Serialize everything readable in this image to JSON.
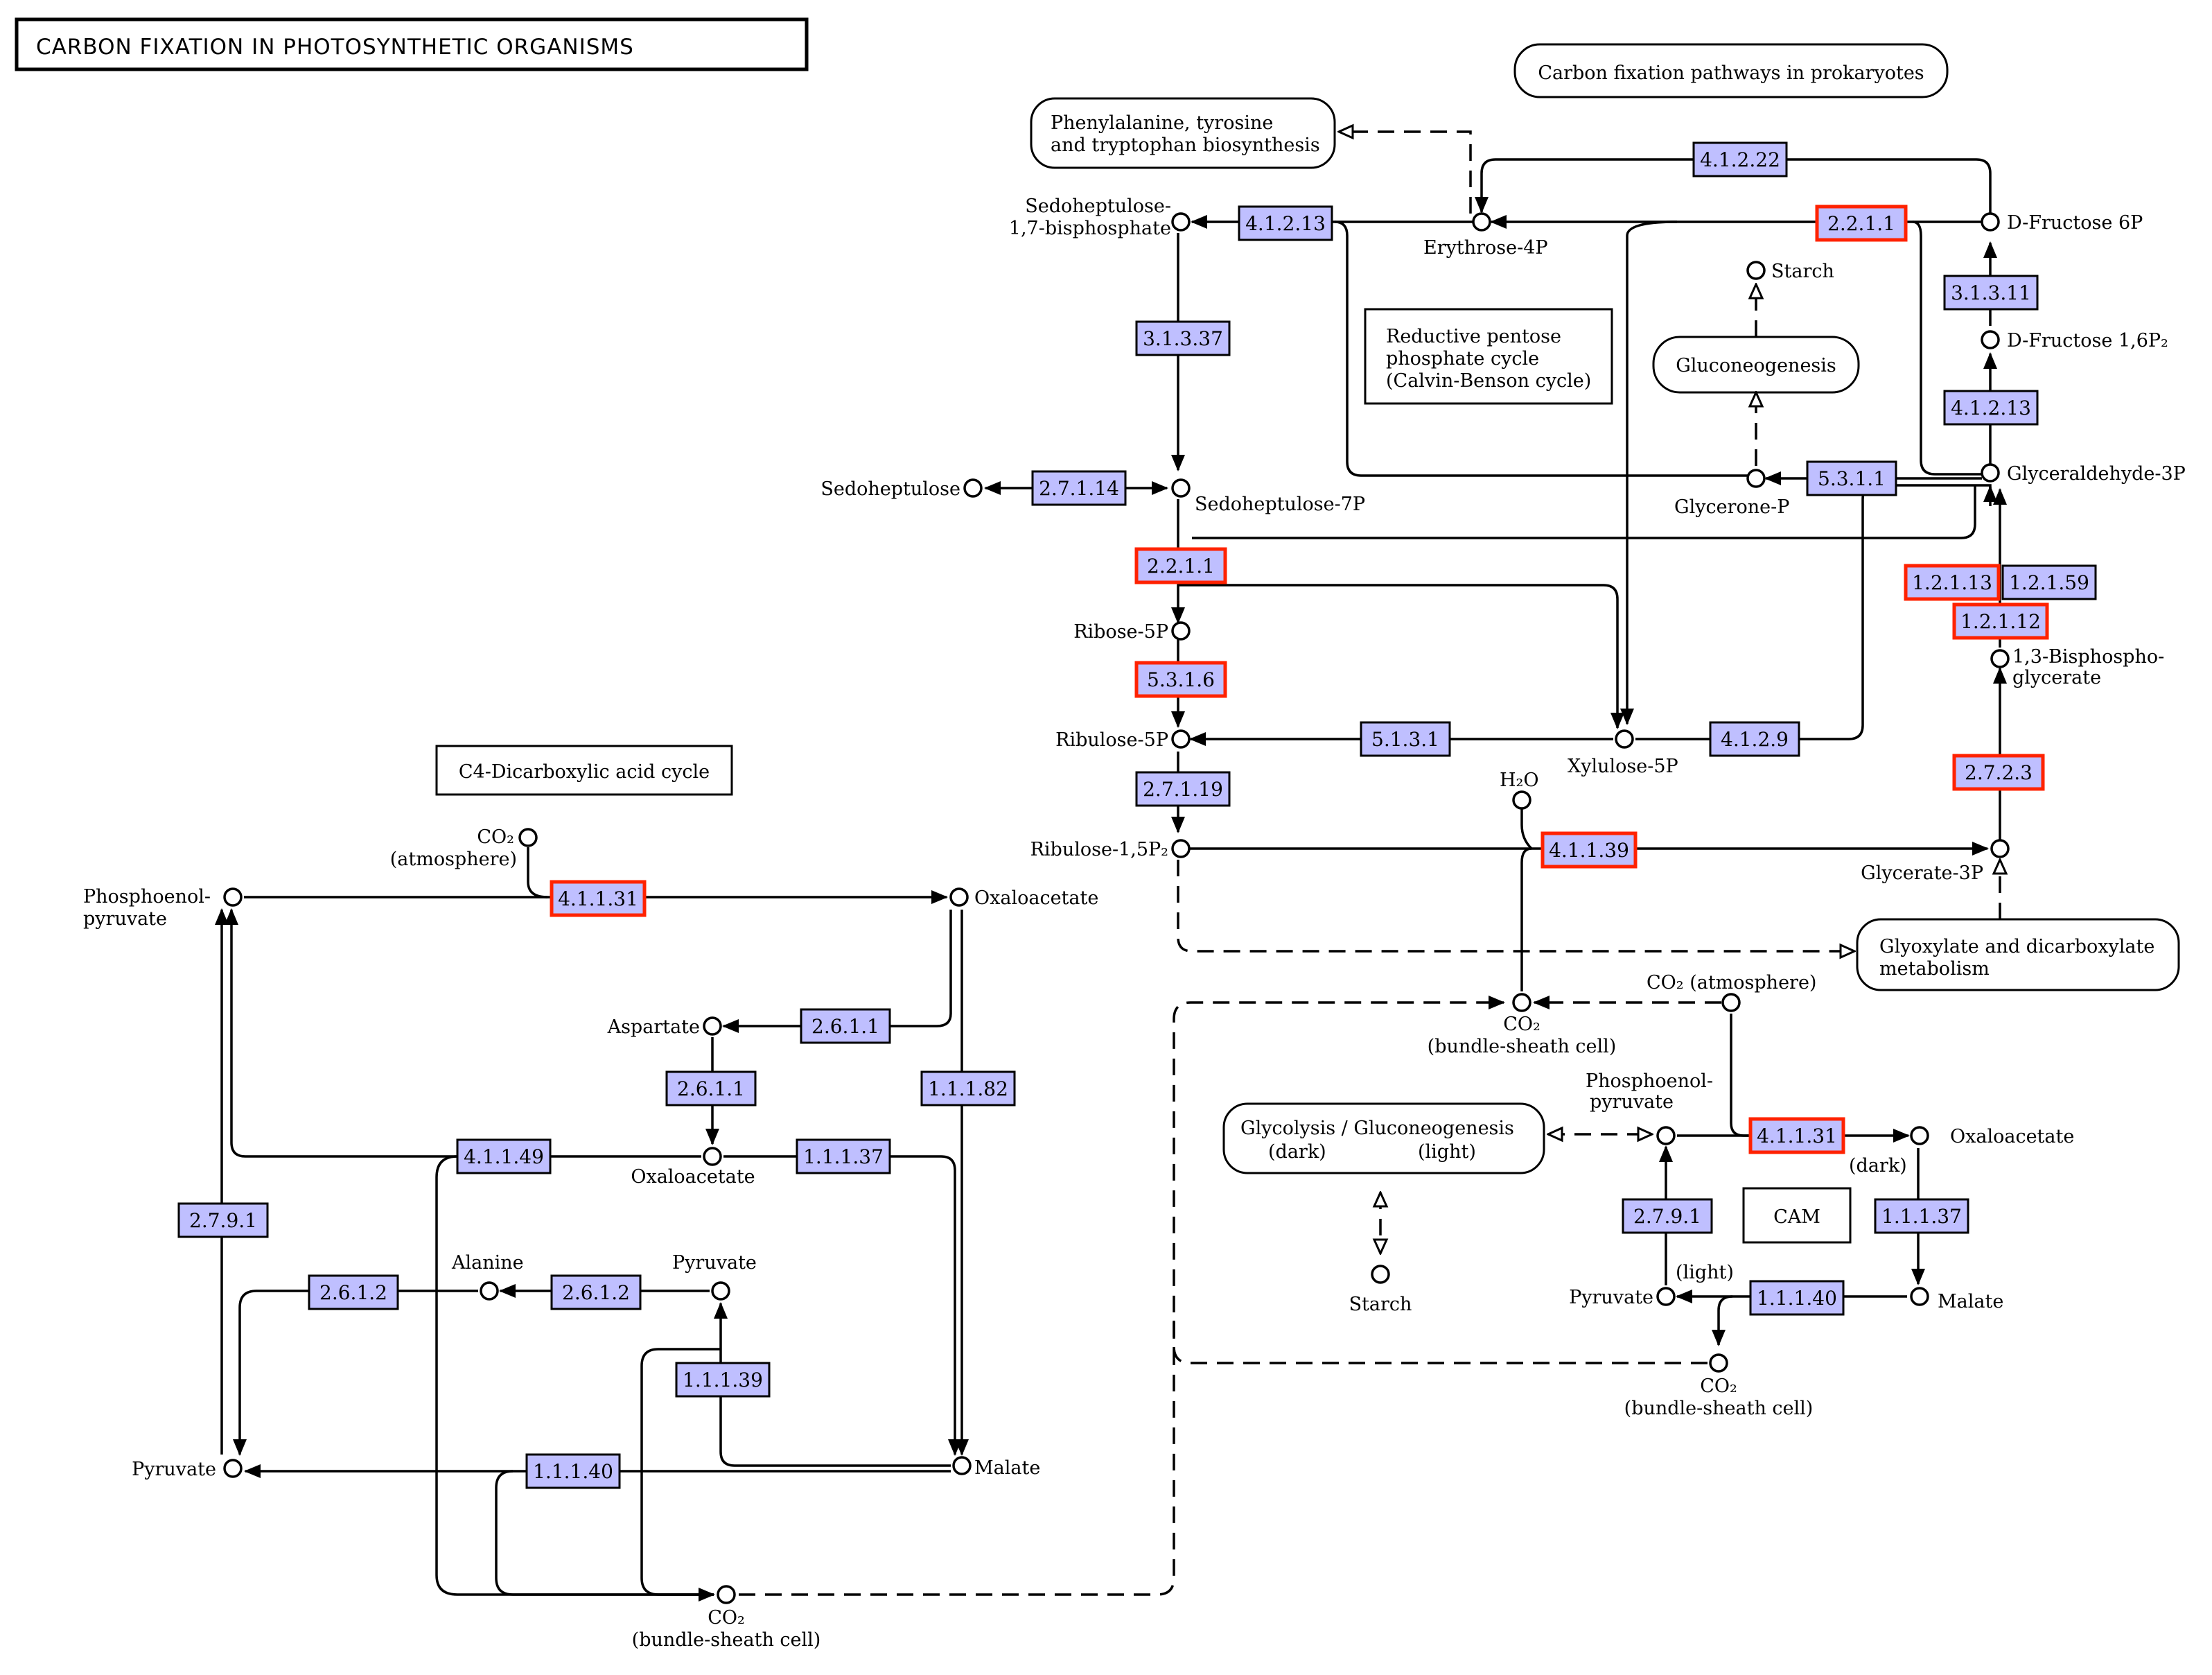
{
  "title": "CARBON FIXATION IN PHOTOSYNTHETIC ORGANISMS",
  "maps": {
    "prokaryotes": "Carbon fixation pathways in prokaryotes",
    "phe_1": "Phenylalanine, tyrosine",
    "phe_2": "and tryptophan biosynthesis",
    "gluconeogenesis": "Gluconeogenesis",
    "glyoxylate_1": "Glyoxylate and dicarboxylate",
    "glyoxylate_2": "metabolism",
    "glycolysis_1": "Glycolysis / Gluconeogenesis",
    "glycolysis_dark": "(dark)",
    "glycolysis_light": "(light)"
  },
  "labels": {
    "calvin_1": "Reductive pentose",
    "calvin_2": "phosphate cycle",
    "calvin_3": "(Calvin-Benson cycle)",
    "c4": "C4-Dicarboxylic acid cycle",
    "cam": "CAM"
  },
  "compounds": {
    "sbp_1": "Sedoheptulose-",
    "sbp_2": "1,7-bisphosphate",
    "e4p": "Erythrose-4P",
    "f6p": "D-Fructose 6P",
    "starch": "Starch",
    "fbp": "D-Fructose 1,6P₂",
    "sedoheptulose": "Sedoheptulose",
    "s7p": "Sedoheptulose-7P",
    "glycerone_p": "Glycerone-P",
    "gap": "Glyceraldehyde-3P",
    "r5p": "Ribose-5P",
    "bpg_1": "1,3-Bisphospho-",
    "bpg_2": "glycerate",
    "ru5p": "Ribulose-5P",
    "xu5p": "Xylulose-5P",
    "h2o": "H₂O",
    "rubp": "Ribulose-1,5P₂",
    "g3p": "Glycerate-3P",
    "co2_atm_1": "CO₂",
    "co2_atm_2": "(atmosphere)",
    "pep_1": "Phosphoenol-",
    "pep_2": "pyruvate",
    "oaa": "Oxaloacetate",
    "co2_bs_1": "CO₂",
    "co2_bs_2": "(bundle-sheath cell)",
    "co2_atm_r": "CO₂ (atmosphere)",
    "aspartate": "Aspartate",
    "oaa_c4": "Oxaloacetate",
    "pep_cam_1": "Phosphoenol-",
    "pep_cam_2": "pyruvate",
    "oaa_cam": "Oxaloacetate",
    "dark": "(dark)",
    "alanine": "Alanine",
    "pyruvate_c4": "Pyruvate",
    "starch_bottom": "Starch",
    "light": "(light)",
    "pyruvate_cam": "Pyruvate",
    "malate_cam": "Malate",
    "co2_bs_r_1": "CO₂",
    "co2_bs_r_2": "(bundle-sheath cell)",
    "pyruvate_left": "Pyruvate",
    "malate_c4": "Malate",
    "co2_bs_l_1": "CO₂",
    "co2_bs_l_2": "(bundle-sheath cell)"
  },
  "enzymes": [
    {
      "id": "e4_1_2_22",
      "label": "4.1.2.22",
      "highlight": false
    },
    {
      "id": "e4_1_2_13a",
      "label": "4.1.2.13",
      "highlight": false
    },
    {
      "id": "e2_2_1_1a",
      "label": "2.2.1.1",
      "highlight": true
    },
    {
      "id": "e3_1_3_11",
      "label": "3.1.3.11",
      "highlight": false
    },
    {
      "id": "e3_1_3_37",
      "label": "3.1.3.37",
      "highlight": false
    },
    {
      "id": "e4_1_2_13b",
      "label": "4.1.2.13",
      "highlight": false
    },
    {
      "id": "e2_7_1_14",
      "label": "2.7.1.14",
      "highlight": false
    },
    {
      "id": "e5_3_1_1",
      "label": "5.3.1.1",
      "highlight": false
    },
    {
      "id": "e2_2_1_1b",
      "label": "2.2.1.1",
      "highlight": true
    },
    {
      "id": "e1_2_1_13",
      "label": "1.2.1.13",
      "highlight": true
    },
    {
      "id": "e1_2_1_59",
      "label": "1.2.1.59",
      "highlight": false
    },
    {
      "id": "e1_2_1_12",
      "label": "1.2.1.12",
      "highlight": true
    },
    {
      "id": "e5_3_1_6",
      "label": "5.3.1.6",
      "highlight": true
    },
    {
      "id": "e5_1_3_1",
      "label": "5.1.3.1",
      "highlight": false
    },
    {
      "id": "e4_1_2_9",
      "label": "4.1.2.9",
      "highlight": false
    },
    {
      "id": "e2_7_1_19",
      "label": "2.7.1.19",
      "highlight": false
    },
    {
      "id": "e2_7_2_3",
      "label": "2.7.2.3",
      "highlight": true
    },
    {
      "id": "e4_1_1_39",
      "label": "4.1.1.39",
      "highlight": true
    },
    {
      "id": "e4_1_1_31a",
      "label": "4.1.1.31",
      "highlight": true
    },
    {
      "id": "e2_6_1_1a",
      "label": "2.6.1.1",
      "highlight": false
    },
    {
      "id": "e2_6_1_1b",
      "label": "2.6.1.1",
      "highlight": false
    },
    {
      "id": "e1_1_1_82",
      "label": "1.1.1.82",
      "highlight": false
    },
    {
      "id": "e4_1_1_49",
      "label": "4.1.1.49",
      "highlight": false
    },
    {
      "id": "e1_1_1_37a",
      "label": "1.1.1.37",
      "highlight": false
    },
    {
      "id": "e2_7_9_1a",
      "label": "2.7.9.1",
      "highlight": false
    },
    {
      "id": "e2_6_1_2a",
      "label": "2.6.1.2",
      "highlight": false
    },
    {
      "id": "e2_6_1_2b",
      "label": "2.6.1.2",
      "highlight": false
    },
    {
      "id": "e1_1_1_39",
      "label": "1.1.1.39",
      "highlight": false
    },
    {
      "id": "e1_1_1_40a",
      "label": "1.1.1.40",
      "highlight": false
    },
    {
      "id": "e4_1_1_31b",
      "label": "4.1.1.31",
      "highlight": true
    },
    {
      "id": "e2_7_9_1b",
      "label": "2.7.9.1",
      "highlight": false
    },
    {
      "id": "e1_1_1_37b",
      "label": "1.1.1.37",
      "highlight": false
    },
    {
      "id": "e1_1_1_40b",
      "label": "1.1.1.40",
      "highlight": false
    }
  ]
}
